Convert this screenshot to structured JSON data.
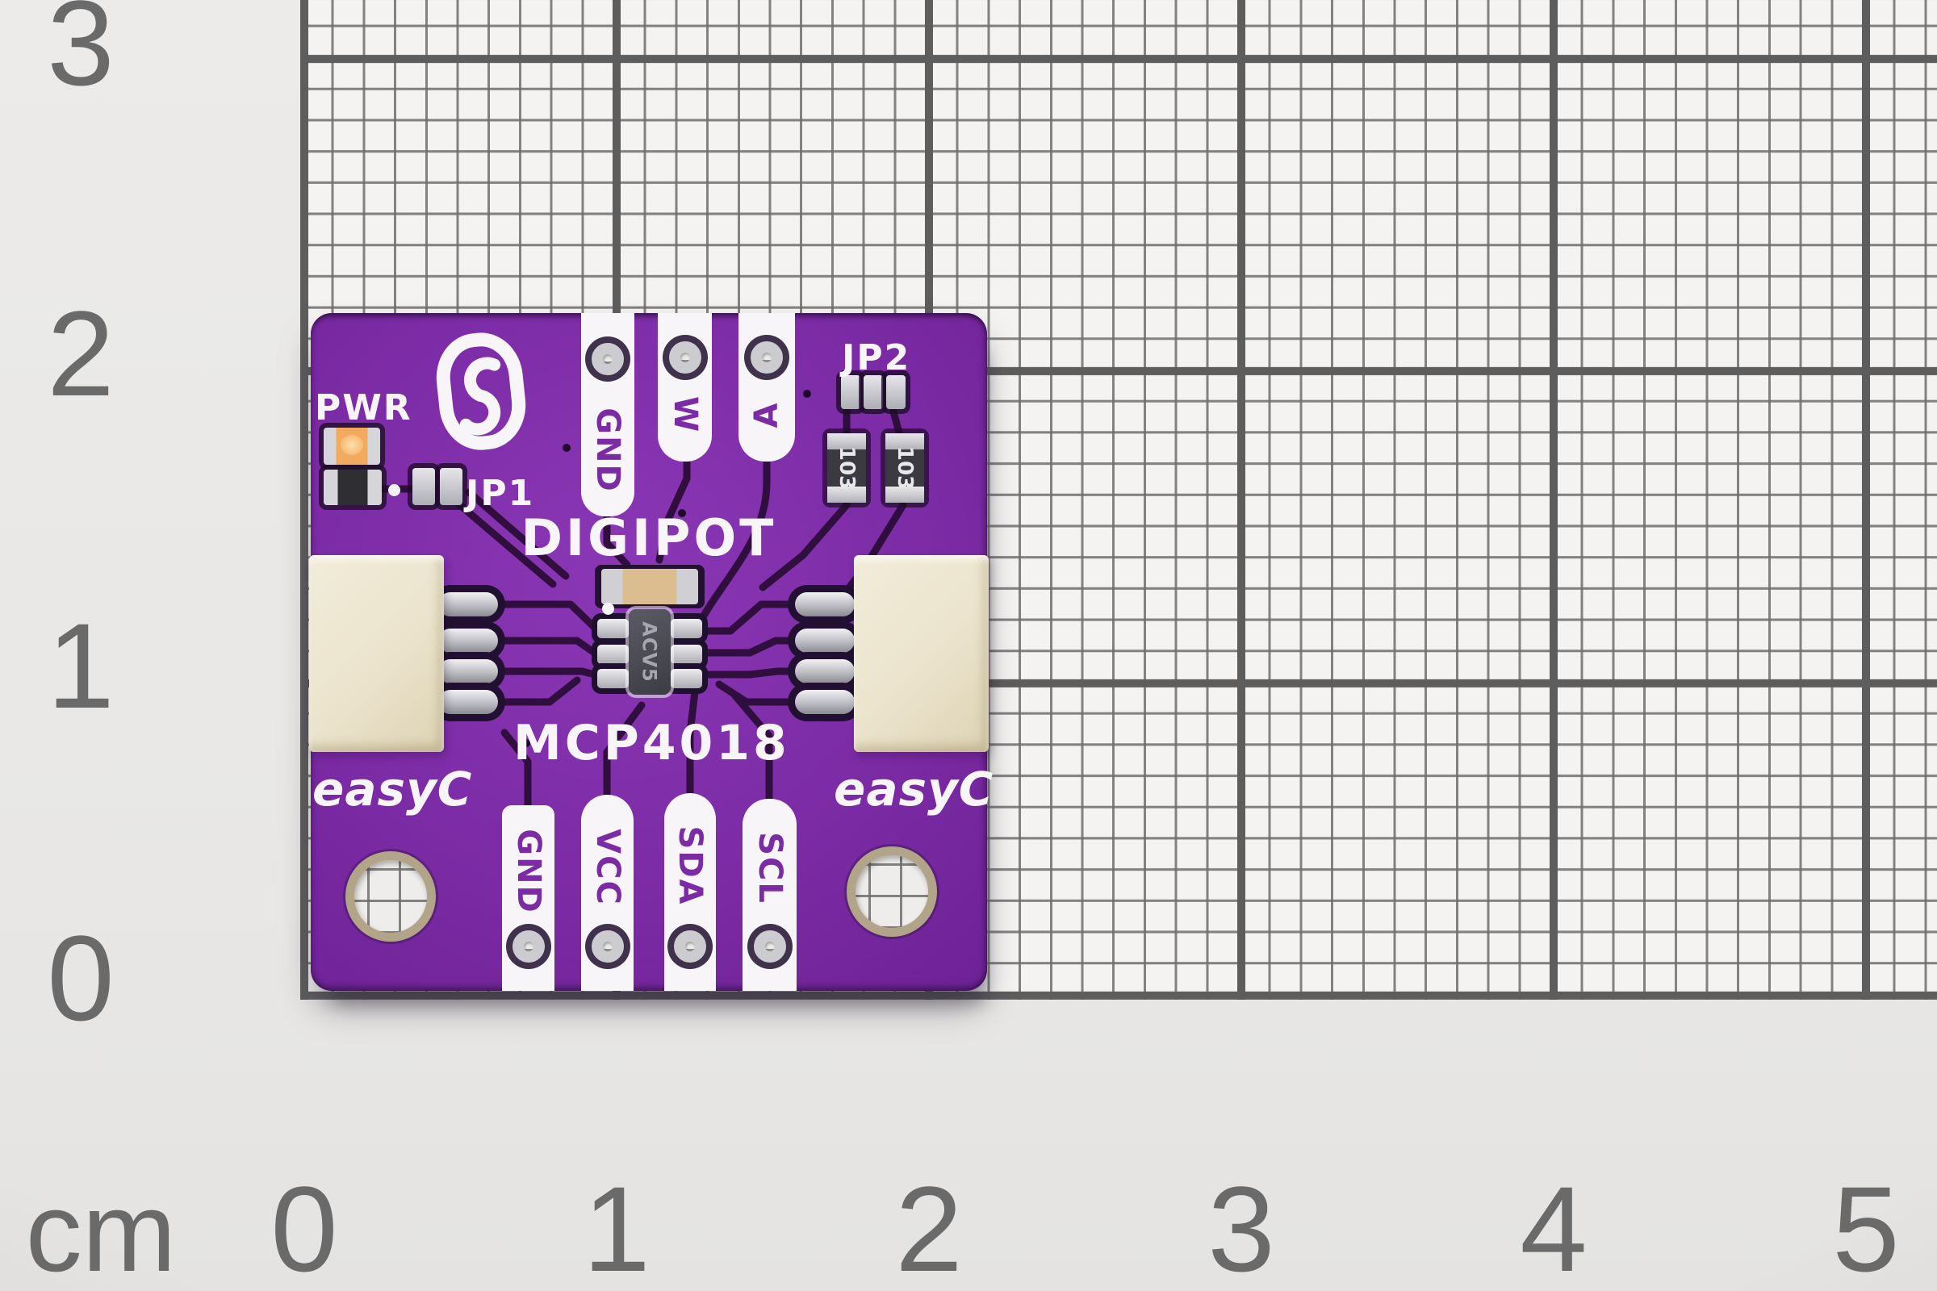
{
  "ruler": {
    "unit_label": "cm",
    "bottom_marks": [
      "0",
      "1",
      "2",
      "3",
      "4",
      "5"
    ],
    "left_marks": [
      "3",
      "2",
      "1",
      "0"
    ]
  },
  "board": {
    "silk_title": "DIGIPOT",
    "chip_name": "MCP4018",
    "brand_logo": "soldered-s-logo",
    "led_label": "PWR",
    "jumper_1": "JP1",
    "jumper_2": "JP2",
    "top_pins": [
      "GND",
      "W",
      "A"
    ],
    "bottom_pins": [
      "GND",
      "VCC",
      "SDA",
      "SCL"
    ],
    "left_connector_label": "easyC",
    "right_connector_label": "easyC",
    "resistor_marking": "103",
    "ic_marking": "ACV5",
    "colors": {
      "soldermask_purple": "#7e2da8",
      "silkscreen_white": "#f8f5f9",
      "trace_dark": "#2a0c36",
      "connector_body": "#ebe3cc",
      "led_amber": "#f0a254",
      "pad_silver": "#c9c9cd",
      "mount_ring": "#b2a489",
      "paper": "#f4f3f1",
      "grid_line": "#5d5d5d"
    }
  }
}
